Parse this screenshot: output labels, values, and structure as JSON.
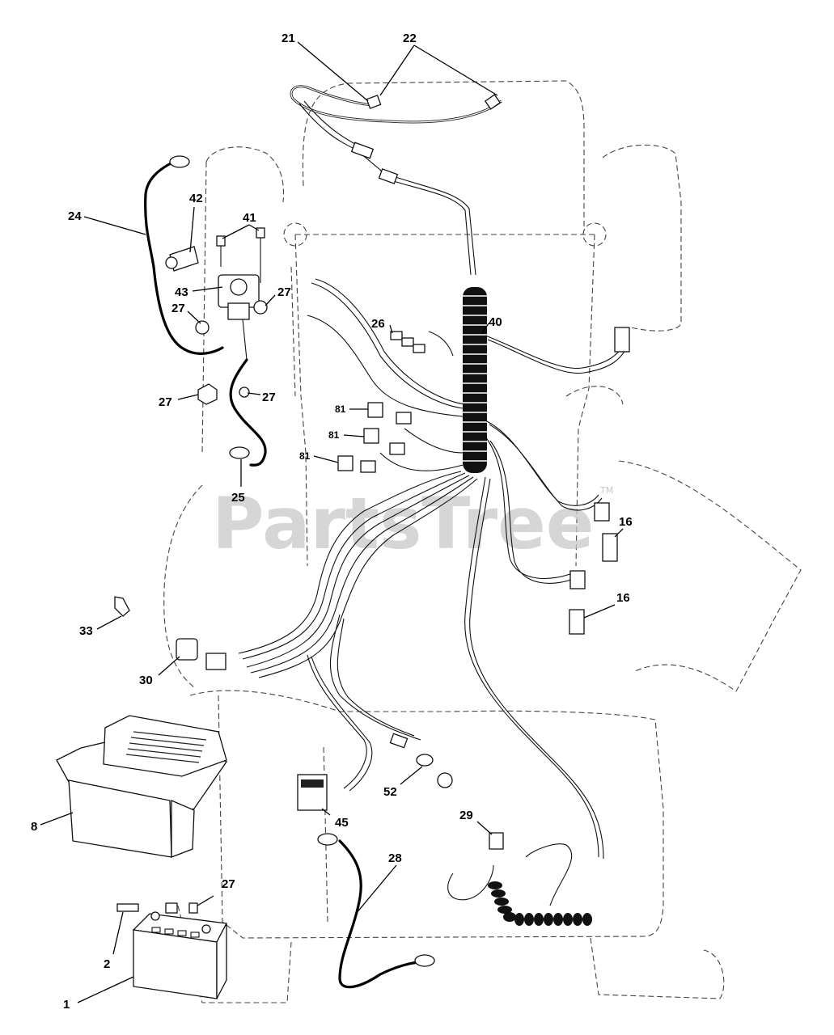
{
  "watermark": {
    "text": "PartsTree",
    "tm": "TM"
  },
  "callouts": {
    "c1": "1",
    "c2": "2",
    "c8": "8",
    "c16a": "16",
    "c16b": "16",
    "c21": "21",
    "c22": "22",
    "c24": "24",
    "c25": "25",
    "c26": "26",
    "c27a": "27",
    "c27b": "27",
    "c27c": "27",
    "c27d": "27",
    "c27e": "27",
    "c28": "28",
    "c29": "29",
    "c30": "30",
    "c33": "33",
    "c40": "40",
    "c41": "41",
    "c42": "42",
    "c43": "43",
    "c45": "45",
    "c52": "52",
    "c81a": "81",
    "c81b": "81",
    "c81c": "81"
  }
}
